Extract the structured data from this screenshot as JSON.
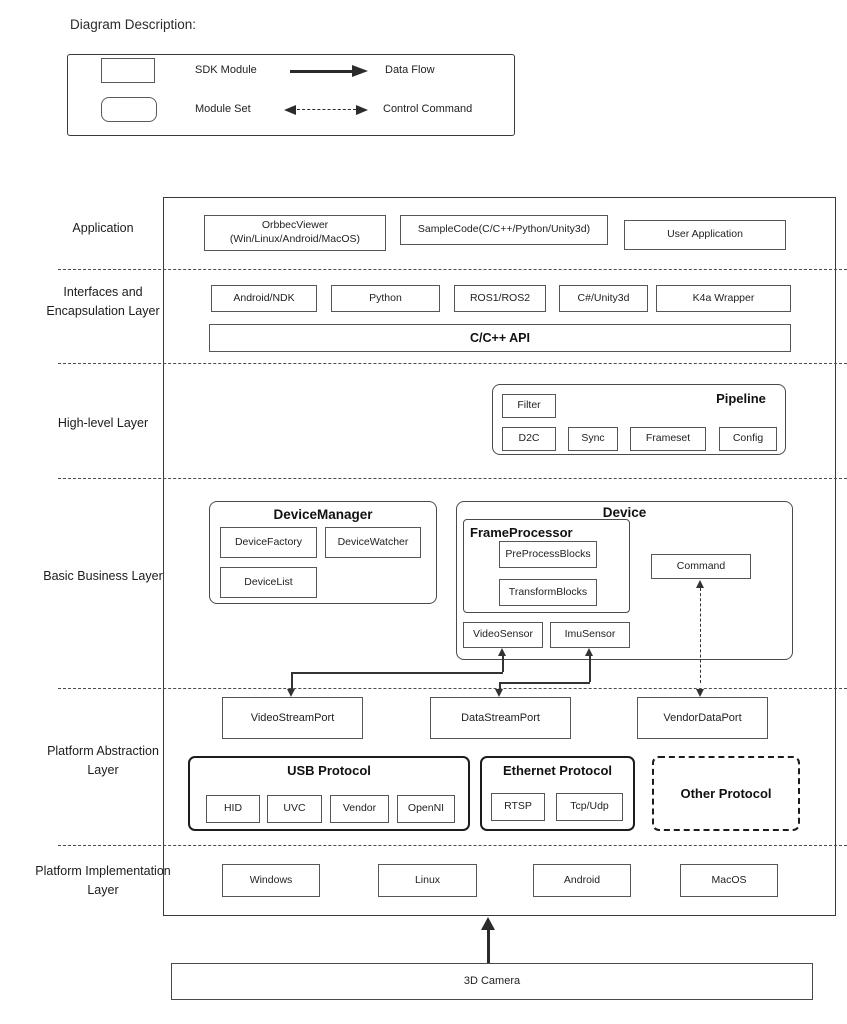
{
  "legend": {
    "title": "Diagram Description:",
    "sdk_module": "SDK Module",
    "module_set": "Module Set",
    "data_flow": "Data Flow",
    "control_command": "Control Command"
  },
  "layers": {
    "application": {
      "label": "Application",
      "orbbec_viewer_line1": "OrbbecViewer",
      "orbbec_viewer_line2": "(Win/Linux/Android/MacOS)",
      "sample_code": "SampleCode(C/C++/Python/Unity3d)",
      "user_application": "User Application"
    },
    "interfaces": {
      "label_line1": "Interfaces and",
      "label_line2": "Encapsulation Layer",
      "android_ndk": "Android/NDK",
      "python": "Python",
      "ros": "ROS1/ROS2",
      "csharp_unity": "C#/Unity3d",
      "k4a_wrapper": "K4a Wrapper",
      "api": "C/C++ API"
    },
    "high_level": {
      "label": "High-level Layer",
      "pipeline": {
        "title": "Pipeline",
        "filter": "Filter",
        "d2c": "D2C",
        "sync": "Sync",
        "frameset": "Frameset",
        "config": "Config"
      }
    },
    "basic_business": {
      "label": "Basic Business Layer",
      "device_manager": {
        "title": "DeviceManager",
        "device_factory": "DeviceFactory",
        "device_watcher": "DeviceWatcher",
        "device_list": "DeviceList"
      },
      "device": {
        "title": "Device",
        "frame_processor": {
          "title": "FrameProcessor",
          "pre_process_blocks": "PreProcessBlocks",
          "transform_blocks": "TransformBlocks"
        },
        "video_sensor": "VideoSensor",
        "imu_sensor": "ImuSensor",
        "command": "Command"
      }
    },
    "platform_abstraction": {
      "label_line1": "Platform Abstraction",
      "label_line2": "Layer",
      "ports": {
        "video_stream": "VideoStreamPort",
        "data_stream": "DataStreamPort",
        "vendor_data": "VendorDataPort"
      },
      "usb_protocol": {
        "title": "USB Protocol",
        "items": [
          "HID",
          "UVC",
          "Vendor",
          "OpenNI"
        ]
      },
      "ethernet_protocol": {
        "title": "Ethernet Protocol",
        "items": [
          "RTSP",
          "Tcp/Udp"
        ]
      },
      "other_protocol": {
        "title": "Other Protocol"
      }
    },
    "platform_implementation": {
      "label_line1": "Platform Implementation",
      "label_line2": "Layer",
      "boxes": [
        "Windows",
        "Linux",
        "Android",
        "MacOS"
      ]
    }
  },
  "camera": {
    "label": "3D Camera"
  },
  "colors": {
    "line": "#333333",
    "border_strong": "#1c1c1c",
    "background": "#ffffff"
  }
}
